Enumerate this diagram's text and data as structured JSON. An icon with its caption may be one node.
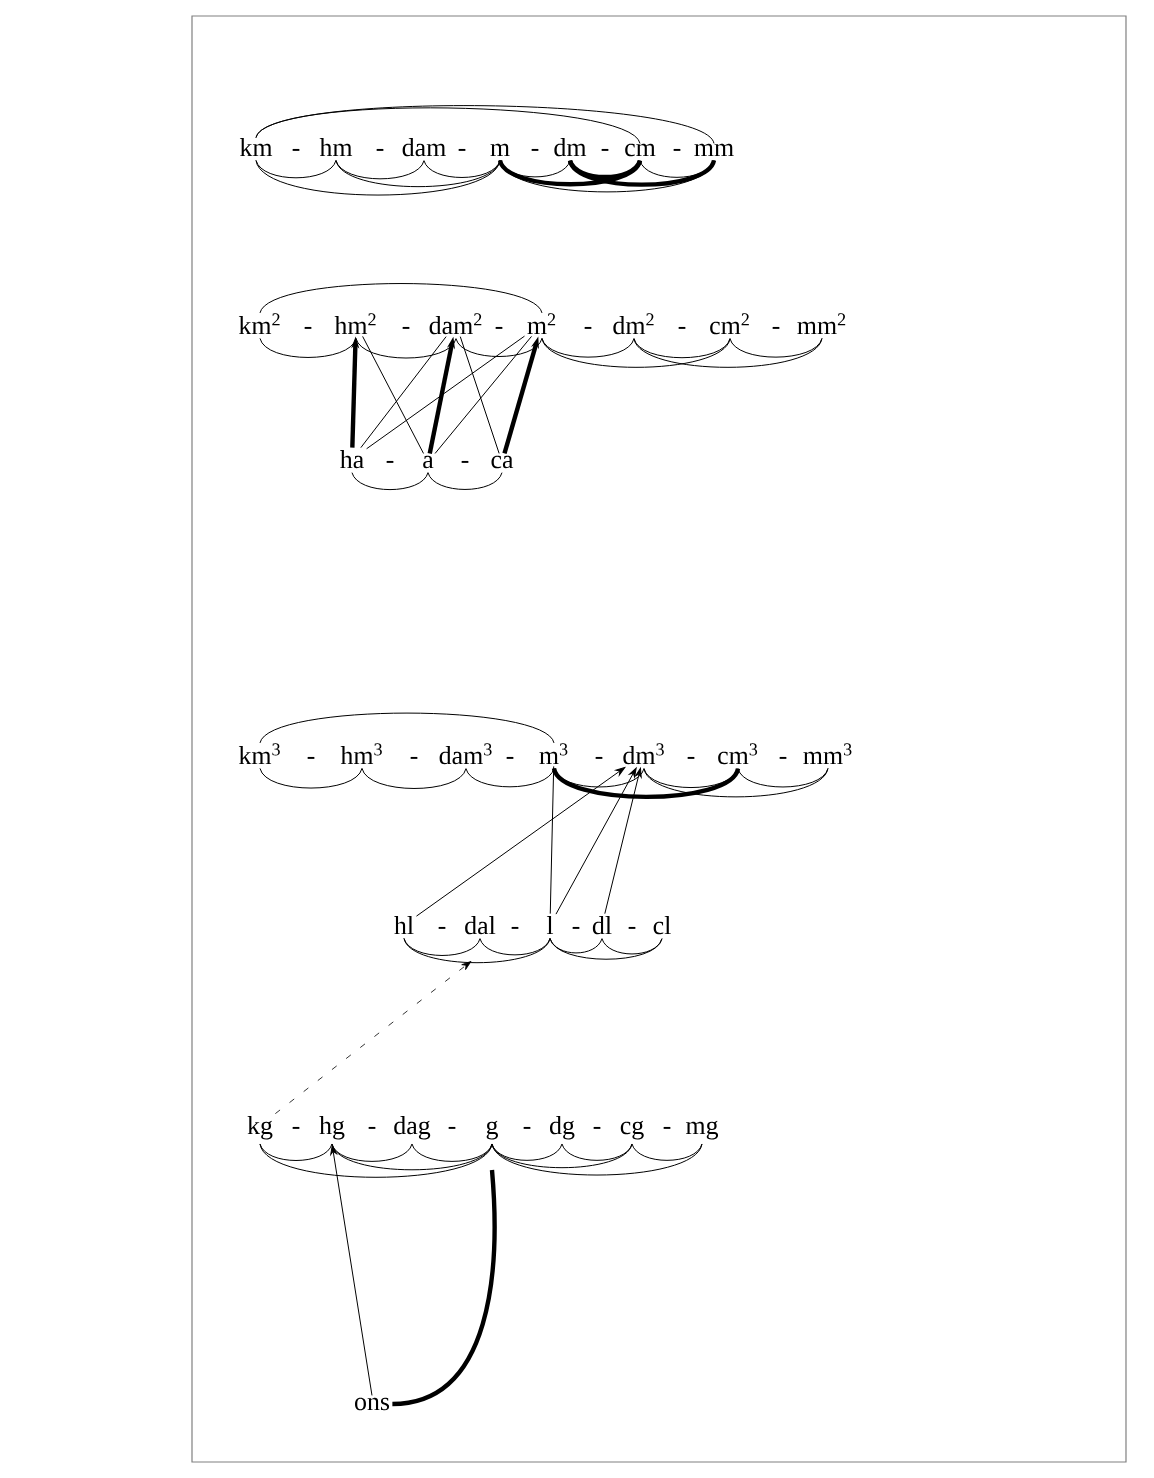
{
  "diagram": {
    "nodes": [
      {
        "text": [
          "km"
        ]
      },
      {
        "text": [
          "hm"
        ]
      },
      {
        "text": [
          "dam"
        ]
      },
      {
        "text": [
          "m"
        ]
      },
      {
        "text": [
          "dm"
        ]
      },
      {
        "text": [
          "cm"
        ]
      },
      {
        "text": [
          "mm"
        ]
      },
      {
        "text": [
          "km$^{2}$"
        ]
      },
      {
        "text": [
          "hm$^{2}$"
        ]
      },
      {
        "text": [
          "dam$^{2}$"
        ]
      },
      {
        "text": [
          "m$^{2}$"
        ]
      },
      {
        "text": [
          "dm$^{2}$"
        ]
      },
      {
        "text": [
          "cm$^{2}$"
        ]
      },
      {
        "text": [
          "mm$^{2}$"
        ]
      },
      {
        "text": [
          "ha"
        ]
      },
      {
        "text": [
          "a"
        ]
      },
      {
        "text": [
          "ca"
        ]
      },
      {
        "text": [
          "km$^{3}$"
        ]
      },
      {
        "text": [
          "hm$^{3}$"
        ]
      },
      {
        "text": [
          "dam$^{3}$"
        ]
      },
      {
        "text": [
          "m$^{3}$"
        ]
      },
      {
        "text": [
          "dm$^{3}$"
        ]
      },
      {
        "text": [
          "cm$^{3}$"
        ]
      },
      {
        "text": [
          "mm$^{3}$"
        ]
      },
      {
        "text": [
          "hl"
        ]
      },
      {
        "text": [
          "dal"
        ]
      },
      {
        "text": [
          "l"
        ]
      },
      {
        "text": [
          "dl"
        ]
      },
      {
        "text": [
          "cl"
        ]
      },
      {
        "text": [
          "kg"
        ]
      },
      {
        "text": [
          "hg"
        ]
      },
      {
        "text": [
          "dag"
        ]
      },
      {
        "text": [
          "g"
        ]
      },
      {
        "text": [
          "dg"
        ]
      },
      {
        "text": [
          "cg"
        ]
      },
      {
        "text": [
          "mg"
        ]
      },
      {
        "text": [
          "ons"
        ]
      }
    ],
    "edges": [
      {
        "from": 0,
        "to": 5,
        "arrow": "none"
      },
      {
        "from": 0,
        "to": 6,
        "arrow": "none"
      },
      {
        "from": 0,
        "to": 1,
        "arrow": "none"
      },
      {
        "from": 1,
        "to": 2,
        "arrow": "none"
      },
      {
        "from": 2,
        "to": 3,
        "arrow": "none"
      },
      {
        "from": 3,
        "to": 4,
        "arrow": "none"
      },
      {
        "from": 4,
        "to": 5,
        "arrow": "none",
        "style": "thick"
      },
      {
        "from": 5,
        "to": 6,
        "arrow": "none"
      },
      {
        "from": 0,
        "to": 3,
        "arrow": "none"
      },
      {
        "from": 1,
        "to": 3,
        "arrow": "none"
      },
      {
        "from": 3,
        "to": 5,
        "arrow": "none",
        "style": "thick"
      },
      {
        "from": 4,
        "to": 6,
        "arrow": "none",
        "style": "thick"
      },
      {
        "from": 3,
        "to": 6,
        "arrow": "none"
      },
      {
        "from": 7,
        "to": 10,
        "arrow": "none"
      },
      {
        "from": 7,
        "to": 8,
        "arrow": "none"
      },
      {
        "from": 8,
        "to": 9,
        "arrow": "none"
      },
      {
        "from": 9,
        "to": 10,
        "arrow": "none"
      },
      {
        "from": 10,
        "to": 11,
        "arrow": "none"
      },
      {
        "from": 11,
        "to": 12,
        "arrow": "none"
      },
      {
        "from": 12,
        "to": 13,
        "arrow": "none"
      },
      {
        "from": 10,
        "to": 12,
        "arrow": "none"
      },
      {
        "from": 11,
        "to": 13,
        "arrow": "none"
      },
      {
        "from": 14,
        "to": 15,
        "arrow": "none"
      },
      {
        "from": 15,
        "to": 16,
        "arrow": "none"
      },
      {
        "from": 14,
        "to": 8,
        "arrow": "to",
        "style": "thick"
      },
      {
        "from": 15,
        "to": 9,
        "arrow": "to",
        "style": "thick"
      },
      {
        "from": 16,
        "to": 10,
        "arrow": "to",
        "style": "thick"
      },
      {
        "from": 14,
        "to": 9,
        "arrow": "none"
      },
      {
        "from": 14,
        "to": 10,
        "arrow": "none"
      },
      {
        "from": 15,
        "to": 8,
        "arrow": "none"
      },
      {
        "from": 15,
        "to": 10,
        "arrow": "none"
      },
      {
        "from": 16,
        "to": 9,
        "arrow": "none"
      },
      {
        "from": 17,
        "to": 20,
        "arrow": "none"
      },
      {
        "from": 17,
        "to": 18,
        "arrow": "none"
      },
      {
        "from": 18,
        "to": 19,
        "arrow": "none"
      },
      {
        "from": 19,
        "to": 20,
        "arrow": "none"
      },
      {
        "from": 20,
        "to": 21,
        "arrow": "none"
      },
      {
        "from": 21,
        "to": 22,
        "arrow": "none"
      },
      {
        "from": 22,
        "to": 23,
        "arrow": "none"
      },
      {
        "from": 20,
        "to": 22,
        "arrow": "none",
        "style": "thick"
      },
      {
        "from": 21,
        "to": 23,
        "arrow": "none"
      },
      {
        "from": 24,
        "to": 21,
        "arrow": "to"
      },
      {
        "from": 26,
        "to": 20,
        "arrow": "none"
      },
      {
        "from": 26,
        "to": 21,
        "arrow": "to"
      },
      {
        "from": 27,
        "to": 21,
        "arrow": "to"
      },
      {
        "from": 24,
        "to": 25,
        "arrow": "none"
      },
      {
        "from": 25,
        "to": 26,
        "arrow": "none"
      },
      {
        "from": 26,
        "to": 27,
        "arrow": "none"
      },
      {
        "from": 27,
        "to": 28,
        "arrow": "none"
      },
      {
        "from": 24,
        "to": 26,
        "arrow": "none"
      },
      {
        "from": 26,
        "to": 28,
        "arrow": "none"
      },
      {
        "from": 29,
        "to": 25,
        "arrow": "to",
        "style": "dashed"
      },
      {
        "from": 29,
        "to": 30,
        "arrow": "none"
      },
      {
        "from": 30,
        "to": 31,
        "arrow": "none"
      },
      {
        "from": 31,
        "to": 32,
        "arrow": "none"
      },
      {
        "from": 32,
        "to": 33,
        "arrow": "none"
      },
      {
        "from": 33,
        "to": 34,
        "arrow": "none"
      },
      {
        "from": 34,
        "to": 35,
        "arrow": "none"
      },
      {
        "from": 29,
        "to": 32,
        "arrow": "none"
      },
      {
        "from": 30,
        "to": 32,
        "arrow": "none"
      },
      {
        "from": 32,
        "to": 34,
        "arrow": "none"
      },
      {
        "from": 32,
        "to": 35,
        "arrow": "none"
      },
      {
        "from": 36,
        "to": 30,
        "arrow": "to"
      },
      {
        "from": 36,
        "to": 32,
        "arrow": "none",
        "style": "thick"
      }
    ],
    "labels": [
      "-",
      "-",
      "-",
      "-",
      "-",
      "-",
      "-",
      "-",
      "-",
      "-",
      "-",
      "-",
      "-",
      "-",
      "-",
      "-",
      "-",
      "-",
      "-",
      "-",
      "-",
      "-",
      "-",
      "-",
      "-",
      "-",
      "-",
      "-",
      "-",
      "-"
    ]
  }
}
